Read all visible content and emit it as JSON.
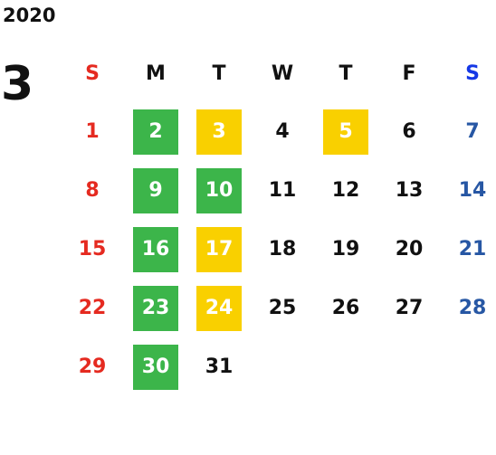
{
  "year": "2020",
  "month": "3",
  "weekdays": [
    "S",
    "M",
    "T",
    "W",
    "T",
    "F",
    "S"
  ],
  "colors": {
    "sunday": "#e52a20",
    "saturday": "#2757a4",
    "saturday_header": "#1538e6",
    "green_highlight": "#3cb54a",
    "yellow_highlight": "#f9d000"
  },
  "weeks": [
    [
      "1",
      "2",
      "3",
      "4",
      "5",
      "6",
      "7"
    ],
    [
      "8",
      "9",
      "10",
      "11",
      "12",
      "13",
      "14"
    ],
    [
      "15",
      "16",
      "17",
      "18",
      "19",
      "20",
      "21"
    ],
    [
      "22",
      "23",
      "24",
      "25",
      "26",
      "27",
      "28"
    ],
    [
      "29",
      "30",
      "31",
      "",
      "",
      "",
      ""
    ]
  ],
  "highlights": {
    "green": [
      "2",
      "9",
      "10",
      "16",
      "23",
      "30"
    ],
    "yellow": [
      "3",
      "5",
      "17",
      "24"
    ]
  }
}
